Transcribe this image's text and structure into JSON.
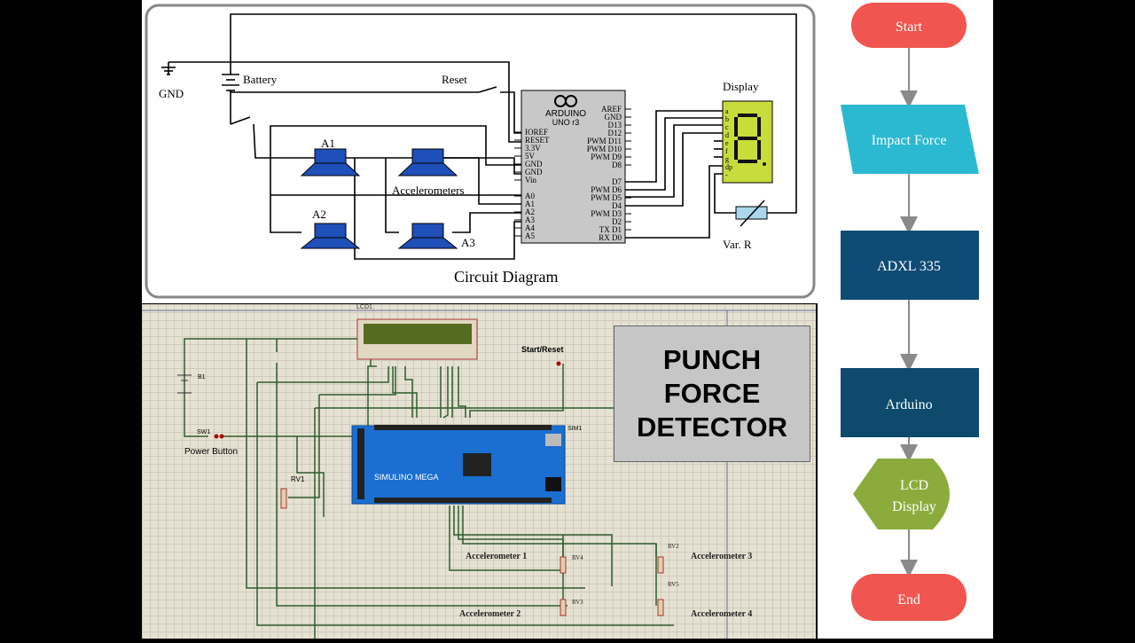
{
  "circuit_diagram": {
    "caption": "Circuit Diagram",
    "labels": {
      "gnd": "GND",
      "battery": "Battery",
      "reset": "Reset",
      "display": "Display",
      "var_r": "Var. R",
      "a1": "A1",
      "a2": "A2",
      "a3": "A3",
      "accelerometers": "Accelerometers"
    },
    "arduino": {
      "brand": "ARDUINO",
      "model": "UNO r3",
      "left_pins": [
        "IOREF",
        "RESET",
        "3.3V",
        "5V",
        "GND",
        "GND",
        "Vin",
        "A0",
        "A1",
        "A2",
        "A3",
        "A4",
        "A5"
      ],
      "right_pins": [
        "AREF",
        "GND",
        "D13",
        "D12",
        "PWM D11",
        "PWM D10",
        "PWM D9",
        "D8",
        "D7",
        "PWM D6",
        "PWM D5",
        "D4",
        "PWM D3",
        "D2",
        "TX D1",
        "RX D0"
      ]
    },
    "display_pins": [
      "a",
      "b",
      "c",
      "d",
      "e",
      "f",
      "g",
      "dp",
      "-"
    ]
  },
  "simulation": {
    "labels": {
      "lcd": "LCD1",
      "battery": "B1",
      "switch": "SW1",
      "power_button": "Power Button",
      "rv1": "RV1",
      "start_reset": "Start/Reset",
      "sim1": "SIM1",
      "board": "SIMULINO MEGA",
      "acc1": "Accelerometer 1",
      "acc2": "Accelerometer 2",
      "acc3": "Accelerometer 3",
      "acc4": "Accelerometer 4",
      "rv2": "RV2",
      "rv3": "RV3",
      "rv4": "RV4",
      "rv5": "RV5"
    },
    "title_lines": [
      "PUNCH",
      "FORCE",
      "DETECTOR"
    ]
  },
  "flowchart": {
    "steps": [
      {
        "label": "Start",
        "shape": "terminator",
        "color": "#f0564f"
      },
      {
        "label": "Impact Force",
        "shape": "parallelogram",
        "color": "#2bb9d1"
      },
      {
        "label": "ADXL 335",
        "shape": "process",
        "color": "#0f4c75"
      },
      {
        "label": "Arduino",
        "shape": "process",
        "color": "#0d4a6c"
      },
      {
        "label": "LCD Display",
        "shape": "display",
        "color": "#8bac3d"
      },
      {
        "label": "End",
        "shape": "terminator",
        "color": "#f0564f"
      }
    ]
  }
}
